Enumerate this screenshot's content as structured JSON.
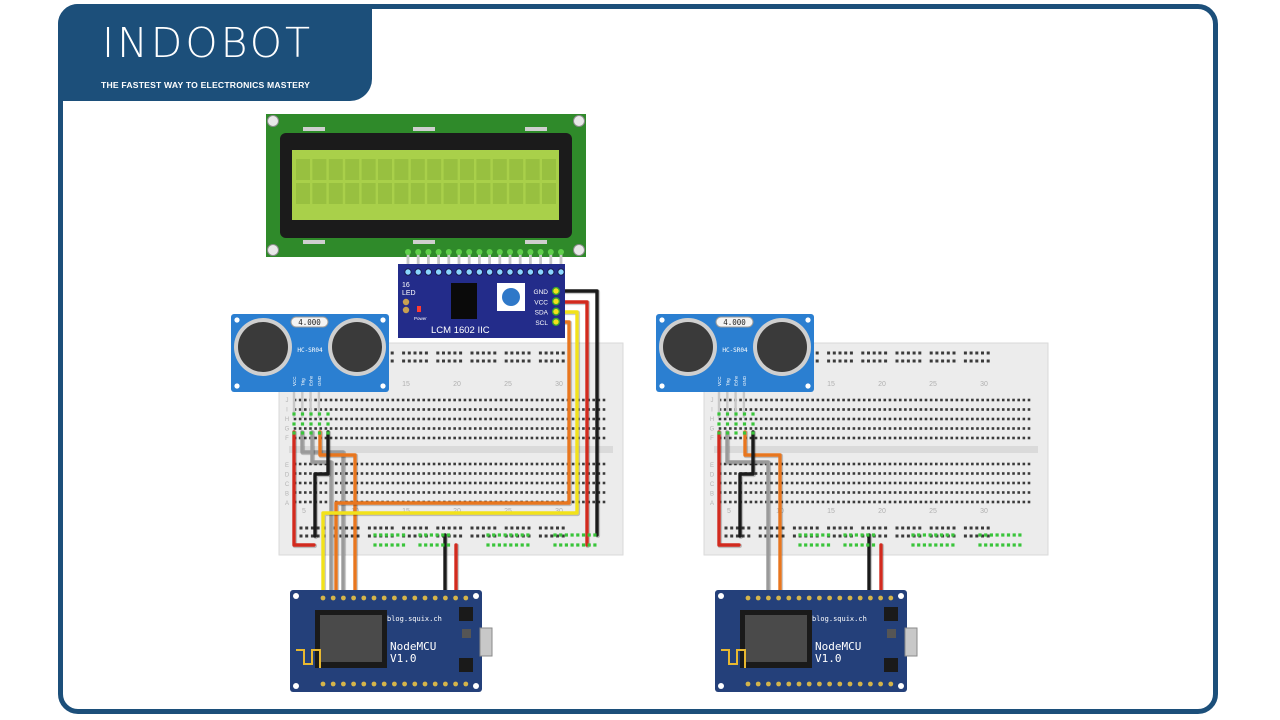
{
  "brand": {
    "name": "INDOBOT",
    "tagline": "THE FASTEST WAY TO ELECTRONICS MASTERY"
  },
  "lcd": {
    "module_label": "LCM 1602 IIC",
    "pin_count_label": "16",
    "led_label": "LED",
    "power_label": "Power",
    "pins": [
      "GND",
      "VCC",
      "SDA",
      "SCL"
    ],
    "screen_color": "#a9d04a",
    "board_color": "#2f8a2a",
    "adapter_color": "#232c8a"
  },
  "sensor": {
    "crystal_label": "4.000",
    "model_label": "HC-SR04",
    "pins": [
      "VCC",
      "Trig",
      "Echo",
      "GND"
    ],
    "color": "#2b7fd1"
  },
  "nodemcu": {
    "site_label": "blog.squix.ch",
    "name_line1": "NodeMCU",
    "name_line2": "V1.0",
    "color": "#24407a"
  },
  "breadboard": {
    "row_letters": [
      "A",
      "B",
      "C",
      "D",
      "E",
      "F",
      "G",
      "H",
      "I",
      "J"
    ],
    "column_numbers": [
      "5",
      "10",
      "15",
      "20",
      "25",
      "30"
    ]
  },
  "wire_colors": {
    "red": "#d22a1e",
    "black": "#1a1a1a",
    "gray": "#9a9a9a",
    "orange": "#e8761e",
    "yellow": "#f2e21a",
    "frame": "#1c4f7a"
  }
}
